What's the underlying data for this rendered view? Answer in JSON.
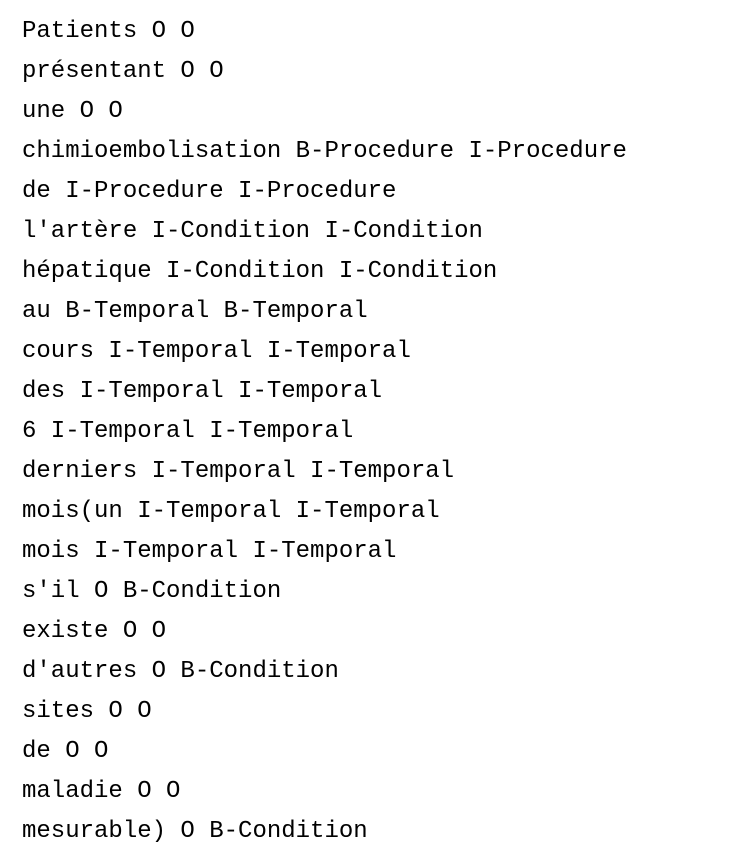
{
  "document": {
    "lines": [
      "Patients O O",
      "présentant O O",
      "une O O",
      "chimioembolisation B-Procedure I-Procedure",
      "de I-Procedure I-Procedure",
      "l'artère I-Condition I-Condition",
      "hépatique I-Condition I-Condition",
      "au B-Temporal B-Temporal",
      "cours I-Temporal I-Temporal",
      "des I-Temporal I-Temporal",
      "6 I-Temporal I-Temporal",
      "derniers I-Temporal I-Temporal",
      "mois(un I-Temporal I-Temporal",
      "mois I-Temporal I-Temporal",
      "s'il O B-Condition",
      "existe O O",
      "d'autres O B-Condition",
      "sites O O",
      "de O O",
      "maladie O O",
      "mesurable) O B-Condition"
    ]
  }
}
